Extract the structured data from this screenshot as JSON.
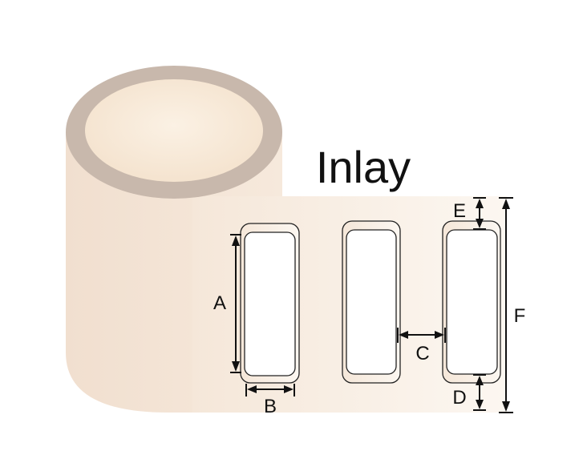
{
  "title": "Inlay",
  "dimension_labels": {
    "a": "A",
    "b": "B",
    "c": "C",
    "d": "D",
    "e": "E",
    "f": "F"
  },
  "colors": {
    "roll_rim": "#c8b8ac",
    "roll_core": "#f7e8d6",
    "roll_body": "#f3e2d3",
    "strip_light": "#fbf6f0",
    "label": "#ffffff",
    "line": "#111111"
  }
}
